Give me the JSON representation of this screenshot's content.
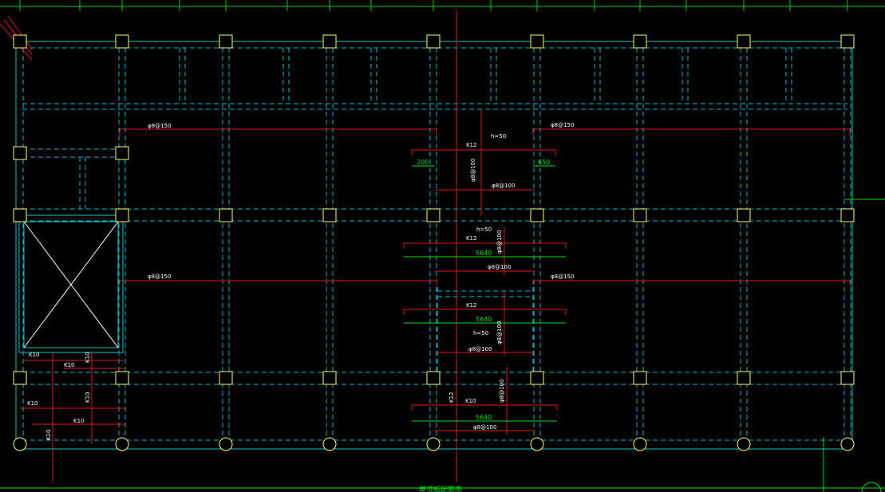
{
  "colors": {
    "background": "#000000",
    "axis": "#00c8c8",
    "beam_dash": "#00b8d8",
    "column": "#ffff66",
    "rebar": "#e01818",
    "dimension": "#00e000",
    "text": "#ffffff",
    "opening": "#ffffff"
  },
  "rebar_labels": [
    {
      "id": "a",
      "text": "φ8@150"
    },
    {
      "id": "b",
      "text": "φ8@150"
    },
    {
      "id": "c",
      "text": "φ8@150"
    },
    {
      "id": "d",
      "text": "φ8@150"
    },
    {
      "id": "e",
      "text": "h=50"
    },
    {
      "id": "f",
      "text": "K12"
    },
    {
      "id": "g",
      "text": "φ8@100"
    },
    {
      "id": "h",
      "text": "φ8@100"
    },
    {
      "id": "i",
      "text": "h=50"
    },
    {
      "id": "j",
      "text": "K12"
    },
    {
      "id": "k",
      "text": "φ8@100"
    },
    {
      "id": "l",
      "text": "φ8@100"
    },
    {
      "id": "m",
      "text": "K12"
    },
    {
      "id": "n",
      "text": "h=50"
    },
    {
      "id": "o",
      "text": "φ8@100"
    },
    {
      "id": "p",
      "text": "φ8@100"
    },
    {
      "id": "q",
      "text": "K12"
    },
    {
      "id": "r",
      "text": "K10"
    },
    {
      "id": "s",
      "text": "φ8@100"
    },
    {
      "id": "t",
      "text": "φ8@100"
    },
    {
      "id": "u",
      "text": "K10"
    },
    {
      "id": "v",
      "text": "K10"
    },
    {
      "id": "w",
      "text": "K10"
    },
    {
      "id": "x",
      "text": "K10"
    },
    {
      "id": "y",
      "text": "K10"
    },
    {
      "id": "z",
      "text": "K10"
    },
    {
      "id": "aa",
      "text": "K10"
    }
  ],
  "dimensions": [
    {
      "id": "d1",
      "text": "200"
    },
    {
      "id": "d2",
      "text": "650"
    },
    {
      "id": "d3",
      "text": "5640"
    },
    {
      "id": "d4",
      "text": "5640"
    },
    {
      "id": "d5",
      "text": "5640"
    }
  ],
  "bottom_title": "屋顶板配筋图"
}
